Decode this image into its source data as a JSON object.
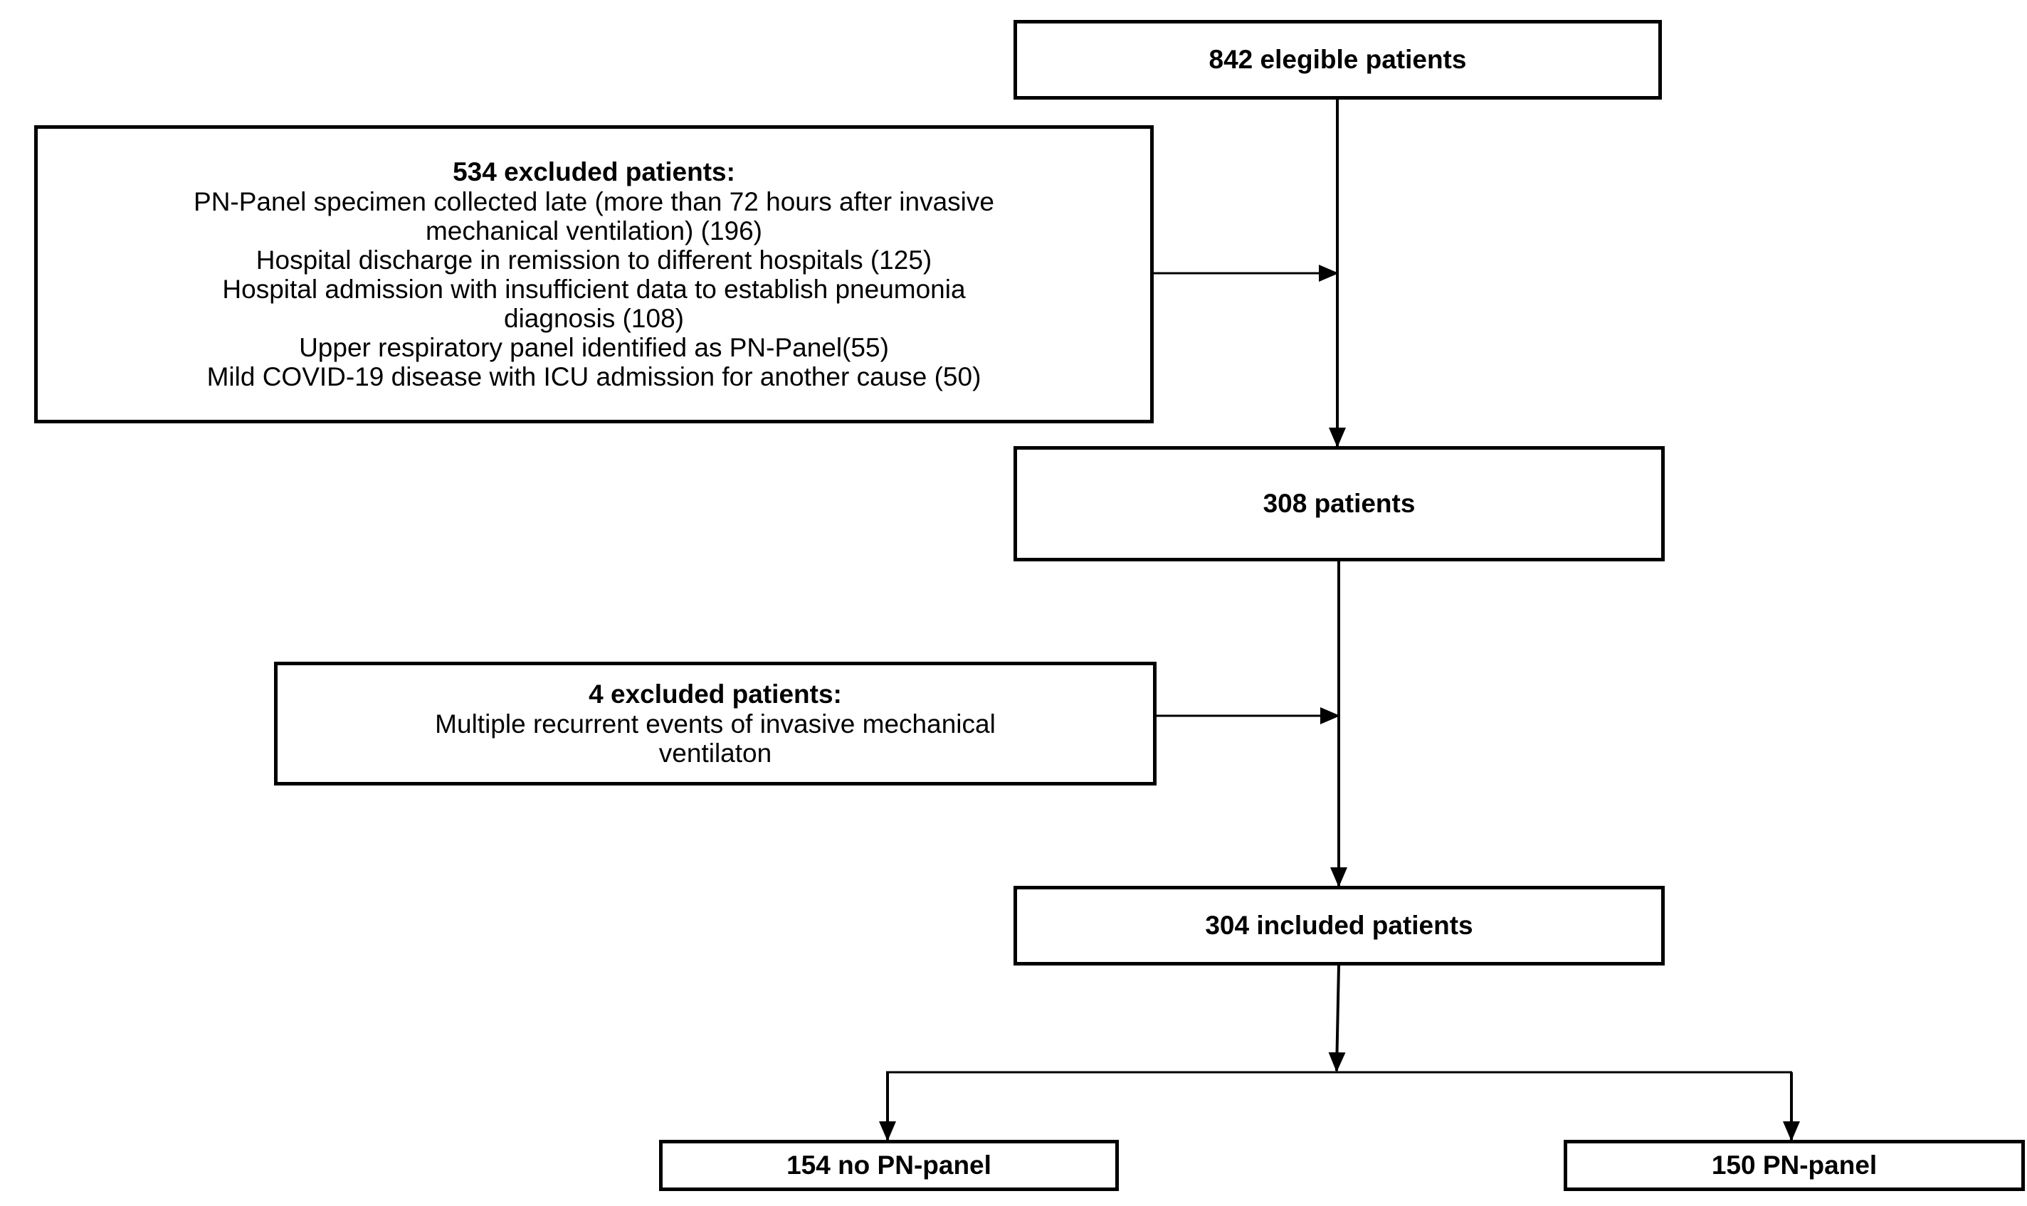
{
  "flowchart": {
    "eligible": {
      "title": "842 elegible patients"
    },
    "exclusion_1": {
      "title": "534 excluded patients:",
      "lines": [
        "PN-Panel specimen collected late (more than 72 hours after  invasive",
        "mechanical ventilation) (196)",
        "Hospital discharge in remission to different hospitals (125)",
        "Hospital admission with insufficient data to establish pneumonia",
        "diagnosis (108)",
        "Upper respiratory panel identified as PN-Panel(55)",
        "Mild COVID-19 disease with ICU admission for another cause (50)"
      ]
    },
    "after_exclusion_1": {
      "title": "308 patients"
    },
    "exclusion_2": {
      "title": "4 excluded patients:",
      "lines": [
        "Multiple recurrent events of invasive mechanical",
        "ventilaton"
      ]
    },
    "included": {
      "title": "304 included patients"
    },
    "groups": {
      "no_panel": "154 no PN-panel",
      "panel": "150 PN-panel"
    }
  },
  "colors": {
    "stroke": "#000000",
    "background": "#ffffff",
    "text": "#000000"
  }
}
